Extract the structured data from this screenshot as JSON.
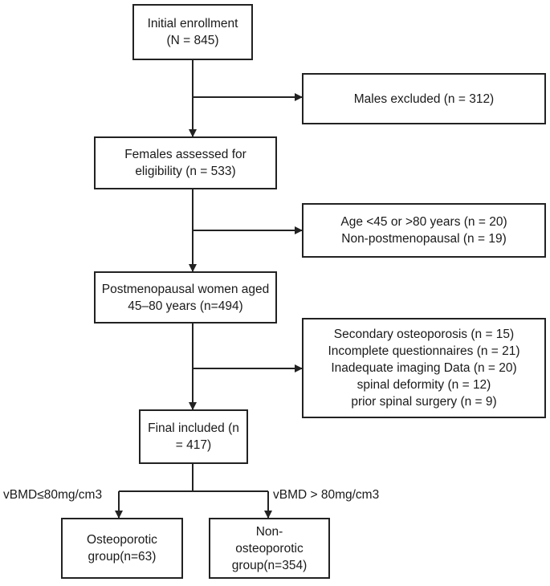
{
  "boxes": {
    "initial": [
      "Initial enrollment",
      "(N = 845)"
    ],
    "males_excluded": [
      "Males excluded (n = 312)"
    ],
    "females": [
      "Females assessed for",
      "eligibility (n = 533)"
    ],
    "age_excl": [
      "Age <45 or >80 years (n = 20)",
      "Non-postmenopausal (n = 19)"
    ],
    "postmeno": [
      "Postmenopausal women aged",
      "45–80 years   (n=494)"
    ],
    "other_excl": [
      "Secondary osteoporosis (n = 15)",
      "Incomplete questionnaires (n = 21)",
      "Inadequate imaging Data (n = 20)",
      "spinal deformity (n = 12)",
      "prior spinal surgery  (n = 9)"
    ],
    "final": [
      "Final included (n",
      "= 417)"
    ],
    "osteo": [
      "Osteoporotic",
      "group(n=63)"
    ],
    "nonosteo": [
      "Non-",
      "osteoporotic",
      "group(n=354)"
    ]
  },
  "labels": {
    "left_split": "vBMD≤80mg/cm3",
    "right_split": "vBMD > 80mg/cm3"
  }
}
